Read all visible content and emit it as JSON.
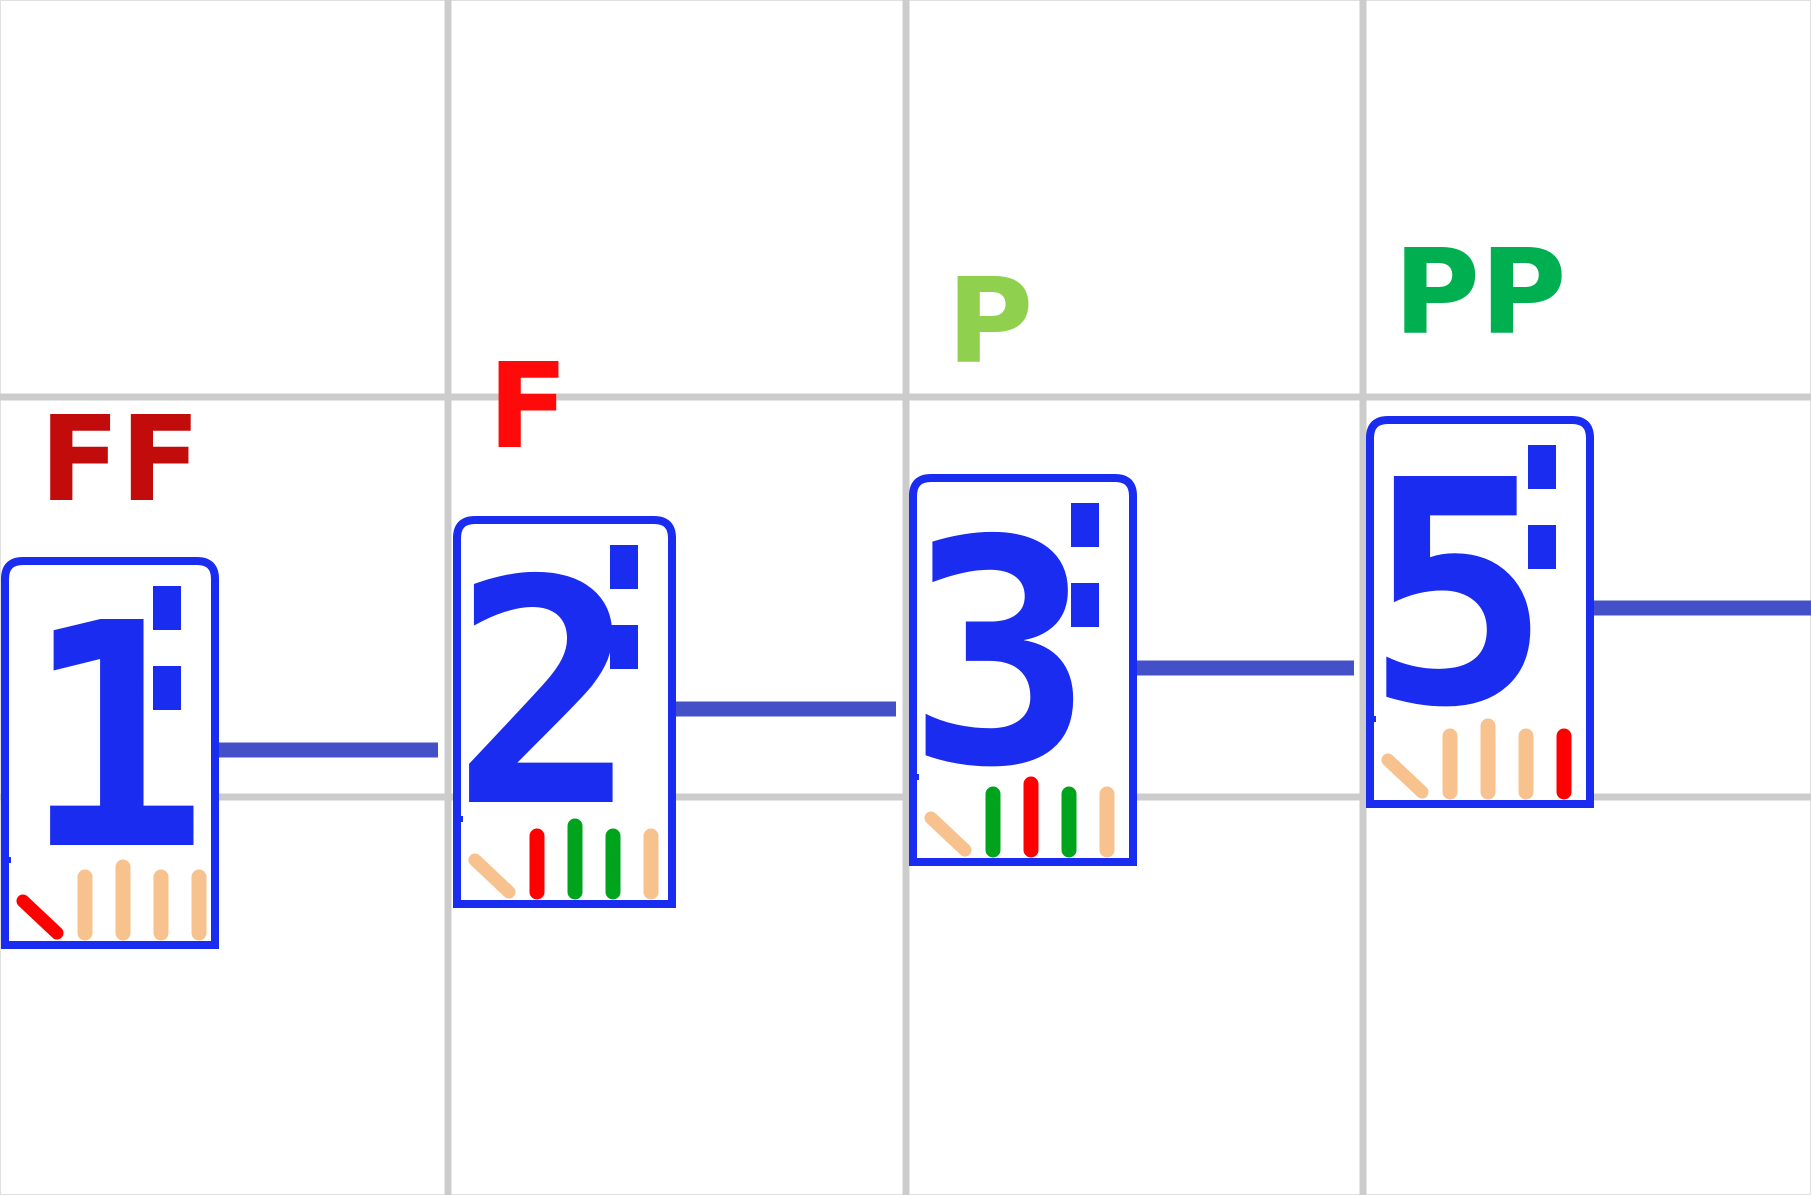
{
  "colors": {
    "grid": "#cccccc",
    "box": "#1a2cf0",
    "connector": "#4450c8",
    "bar_inactive": "#f7c28e",
    "bar_red": "#ff0000",
    "bar_green": "#00a31c"
  },
  "steps": [
    {
      "number": "1",
      "dynamic": "FF",
      "dynamic_color": "#c20b0b",
      "bars": [
        "active_red",
        "inactive",
        "inactive",
        "inactive",
        "inactive"
      ]
    },
    {
      "number": "2",
      "dynamic": "F",
      "dynamic_color": "#ff0a0a",
      "bars": [
        "inactive",
        "red",
        "green",
        "green",
        "inactive"
      ]
    },
    {
      "number": "3",
      "dynamic": "P",
      "dynamic_color": "#8fd14f",
      "bars": [
        "inactive",
        "green",
        "red",
        "green",
        "inactive"
      ]
    },
    {
      "number": "5",
      "dynamic": "PP",
      "dynamic_color": "#00b050",
      "bars": [
        "inactive",
        "inactive",
        "inactive",
        "inactive",
        "red"
      ]
    }
  ]
}
